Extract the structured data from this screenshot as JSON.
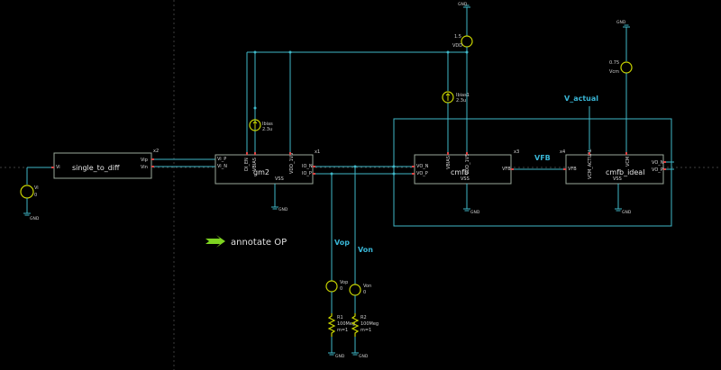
{
  "blocks": {
    "single_to_diff": {
      "label": "single_to_diff",
      "inst": "x2",
      "pin_in": "Vi",
      "pin_out_p": "Vip",
      "pin_out_n": "Vin"
    },
    "gm2": {
      "label": "gm2",
      "inst": "x1",
      "pins_left": [
        "Vi_P",
        "Vi_N"
      ],
      "pins_right": [
        "IO_N",
        "IO_P"
      ],
      "pins_top": [
        "DI_EN",
        "VBIAS",
        "VDD_1V5"
      ],
      "pin_bottom": "VSS"
    },
    "cmfb": {
      "label": "cmfb",
      "inst": "x3",
      "pins_left": [
        "VO_N",
        "VO_P"
      ],
      "pin_right": "VFB",
      "pins_top": [
        "VBIAS",
        "VDD_1V5"
      ],
      "pin_bottom": "VSS"
    },
    "cmfb_ideal": {
      "label": "cmfb_ideal",
      "inst": "x4",
      "pin_left": "VFB",
      "pins_top": [
        "VCM_ACTUAL",
        "VCM"
      ],
      "pins_right": [
        "VO_N",
        "VO_P"
      ],
      "pin_bottom": "VSS"
    }
  },
  "sources": {
    "vi": {
      "name": "Vi",
      "value": "0"
    },
    "ibias": {
      "name": "Ibias",
      "value": "2.3u"
    },
    "ibias1": {
      "name": "Ibias1",
      "value": "2.3u"
    },
    "vdd": {
      "name": "VDD",
      "value": "1.5"
    },
    "vcm": {
      "name": "Vcm",
      "value": "0.75"
    },
    "vop": {
      "name": "Vop",
      "value": "0"
    },
    "von": {
      "name": "Von",
      "value": "0"
    }
  },
  "resistors": [
    {
      "name": "R1",
      "value": "100Meg",
      "mult": "m=1"
    },
    {
      "name": "R2",
      "value": "100Meg",
      "mult": "m=1"
    }
  ],
  "nets": {
    "vop": "Vop",
    "von": "Von",
    "vfb": "VFB",
    "vactual": "V_actual"
  },
  "gnd_label": "GND",
  "annotate": {
    "label": "annotate OP",
    "icon": "arrow-right-icon",
    "color": "#7ed321"
  },
  "colors": {
    "wire": "#3fb8c9",
    "block_border": "#9aa89a",
    "source": "#c8d400",
    "pin": "#dd4444",
    "net_label": "#39b6d6"
  }
}
